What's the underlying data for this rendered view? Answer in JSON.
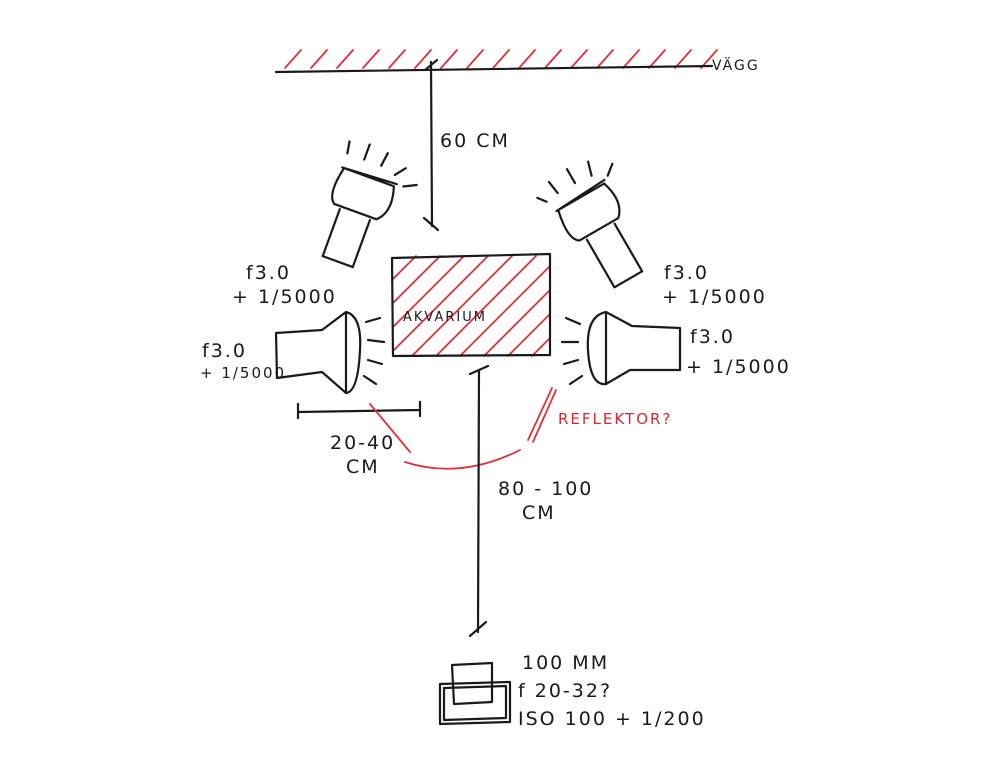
{
  "labels": {
    "wall": "VÄGG",
    "wall_distance": "60 CM",
    "aquarium": "AKVARIUM",
    "lamp_top_left": {
      "aperture": "f3.0",
      "shutter": "+ 1/5000"
    },
    "lamp_top_right": {
      "aperture": "f3.0",
      "shutter": "+ 1/5000"
    },
    "lamp_mid_left": {
      "aperture": "f3.0",
      "shutter": "+ 1/5000"
    },
    "lamp_mid_right": {
      "aperture": "f3.0",
      "shutter": "+ 1/5000"
    },
    "lamp_distance": {
      "value": "20-40",
      "unit": "CM"
    },
    "reflector": "REFLEKTOR?",
    "camera_distance": {
      "value": "80 - 100",
      "unit": "CM"
    },
    "camera": {
      "lens": "100 MM",
      "aperture": "f 20-32?",
      "settings": "ISO 100 + 1/200"
    }
  },
  "colors": {
    "ink": "#1a1a1a",
    "accent": "#e0303a"
  }
}
